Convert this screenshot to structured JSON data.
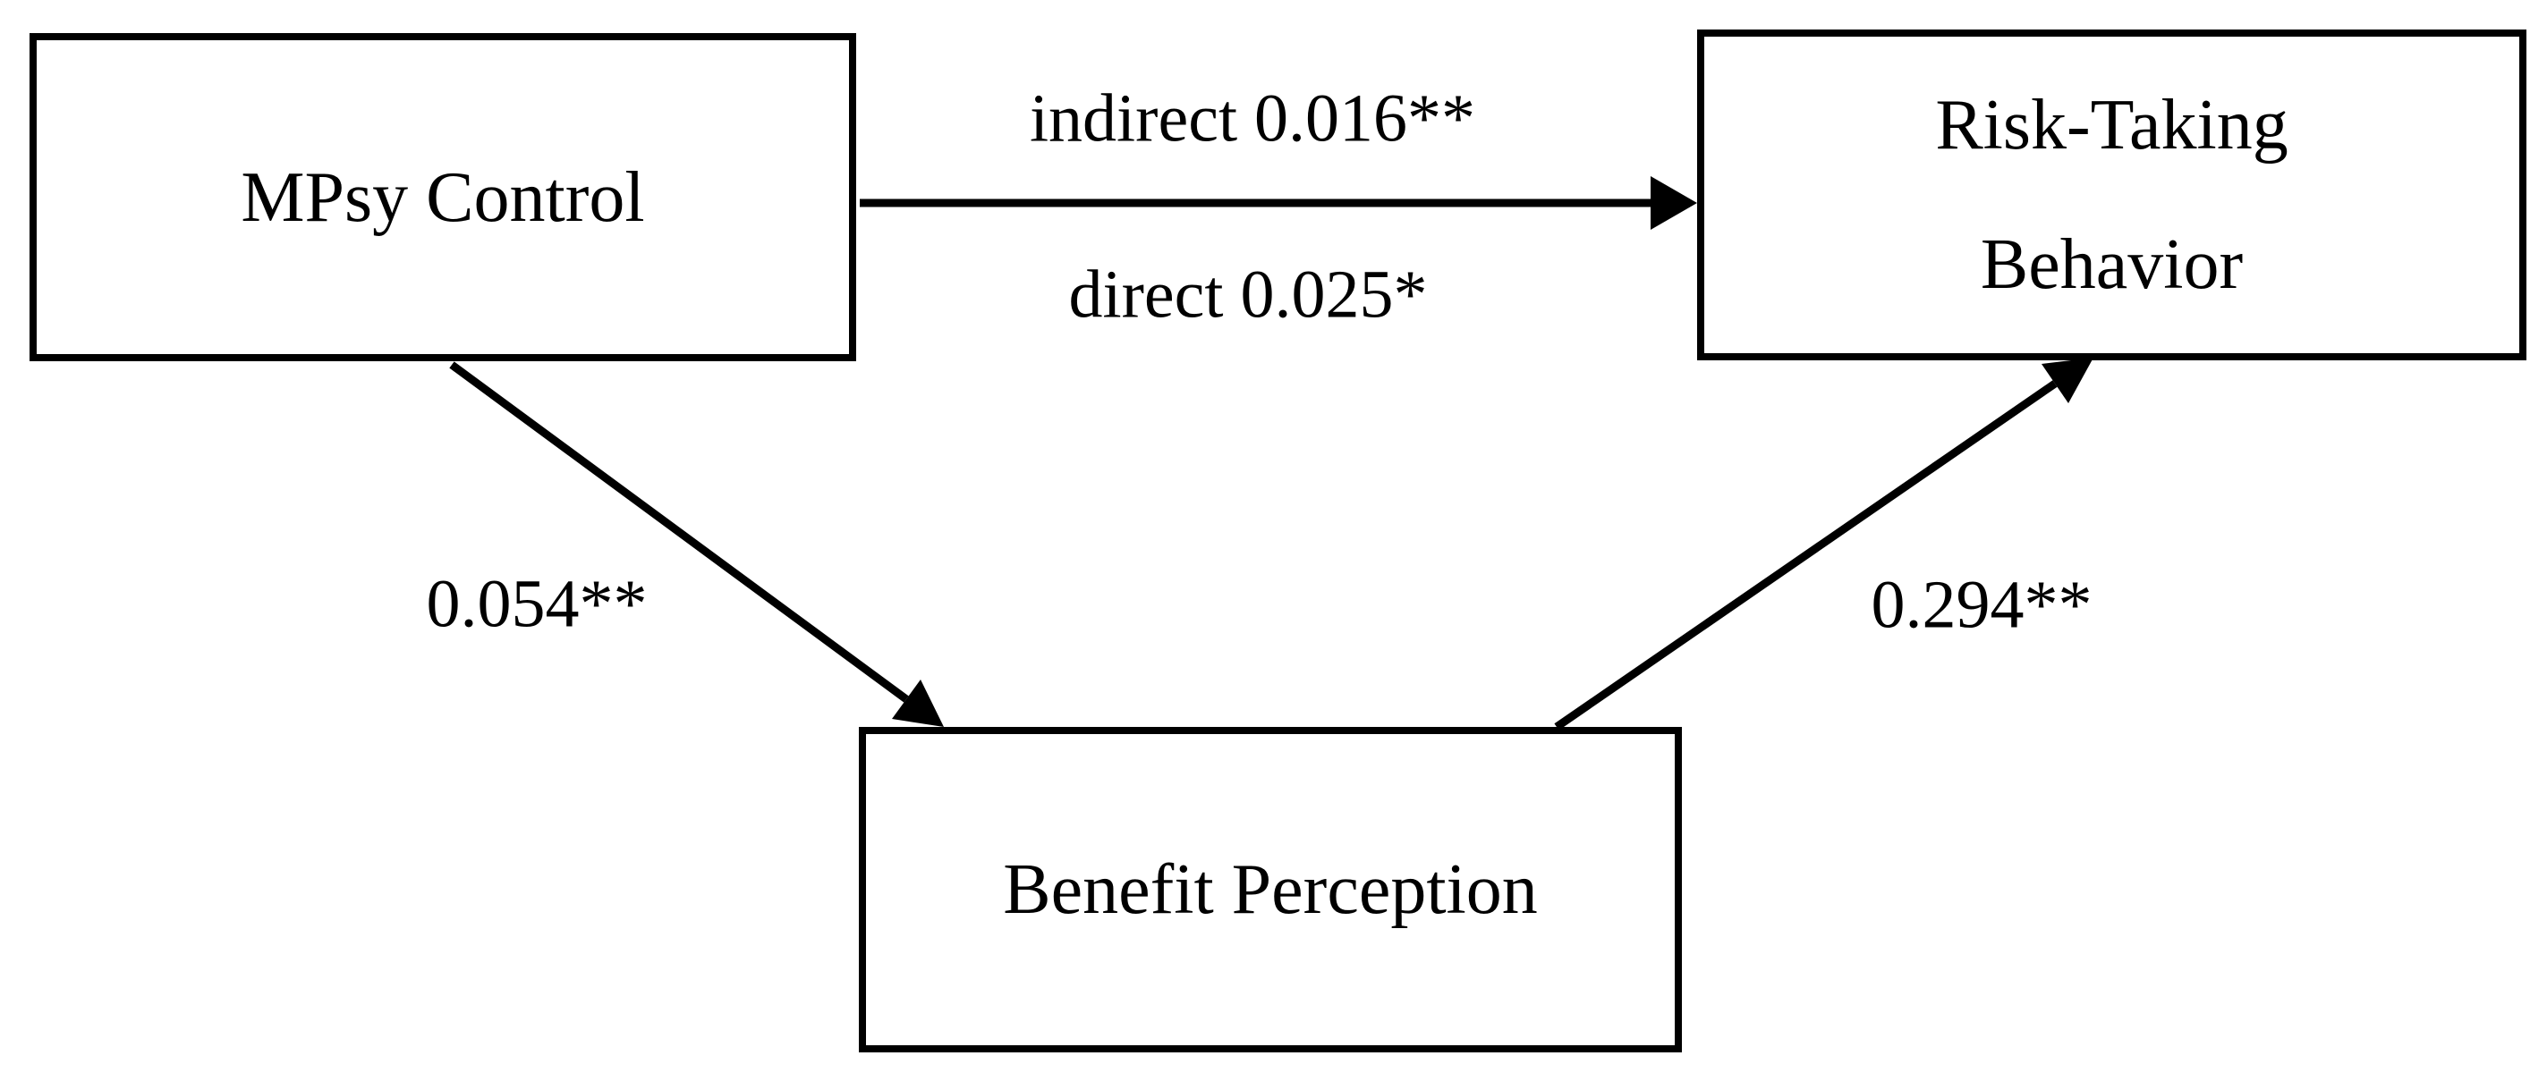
{
  "diagram": {
    "nodes": {
      "mpsy_control": {
        "label": "MPsy Control"
      },
      "risk_taking": {
        "label_line1": "Risk-Taking",
        "label_line2": "Behavior"
      },
      "benefit_perception": {
        "label": "Benefit Perception"
      }
    },
    "edges": {
      "mpsy_to_risk": {
        "label_indirect": "indirect 0.016**",
        "label_direct": "direct 0.025*"
      },
      "mpsy_to_benefit": {
        "label": "0.054**"
      },
      "benefit_to_risk": {
        "label": "0.294**"
      }
    },
    "colors": {
      "line": "#000000",
      "text": "#000000",
      "node_fill": "#ffffff",
      "background": "#ffffff"
    }
  }
}
